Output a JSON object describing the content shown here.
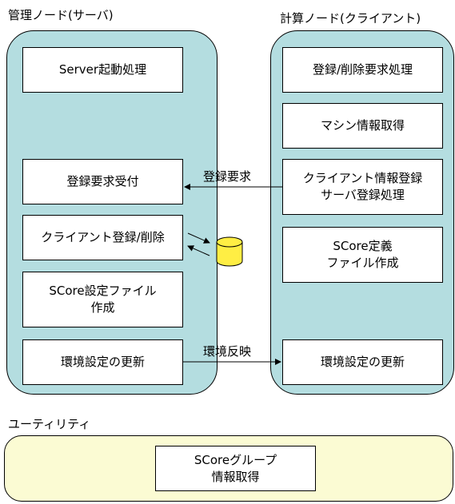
{
  "server_panel": {
    "title": "管理ノード(サーバ)",
    "steps": {
      "server_start": [
        "Server起動処理"
      ],
      "register_receive": [
        "登録要求受付"
      ],
      "client_register_delete": [
        "クライアント登録/削除"
      ],
      "score_config_file": [
        "SCore設定ファイル",
        "作成"
      ],
      "env_update": [
        "環境設定の更新"
      ]
    }
  },
  "client_panel": {
    "title": "計算ノード(クライアント)",
    "steps": {
      "register_delete_request": [
        "登録/削除要求処理"
      ],
      "machine_info": [
        "マシン情報取得"
      ],
      "client_info_register": [
        "クライアント情報登録",
        "サーバ登録処理"
      ],
      "score_definition_file": [
        "SCore定義",
        "ファイル作成"
      ],
      "env_update": [
        "環境設定の更新"
      ]
    }
  },
  "arrows": {
    "register_request_label": "登録要求",
    "env_reflect_label": "環境反映"
  },
  "utility_panel": {
    "title": "ユーティリティ",
    "steps": {
      "score_group_info": [
        "SCoreグループ",
        "情報取得"
      ]
    }
  },
  "colors": {
    "node_panel_fill": "#b4dde0",
    "utility_panel_fill": "#fbfbd3",
    "database_fill": "#ffee44",
    "box_fill": "#ffffff"
  }
}
